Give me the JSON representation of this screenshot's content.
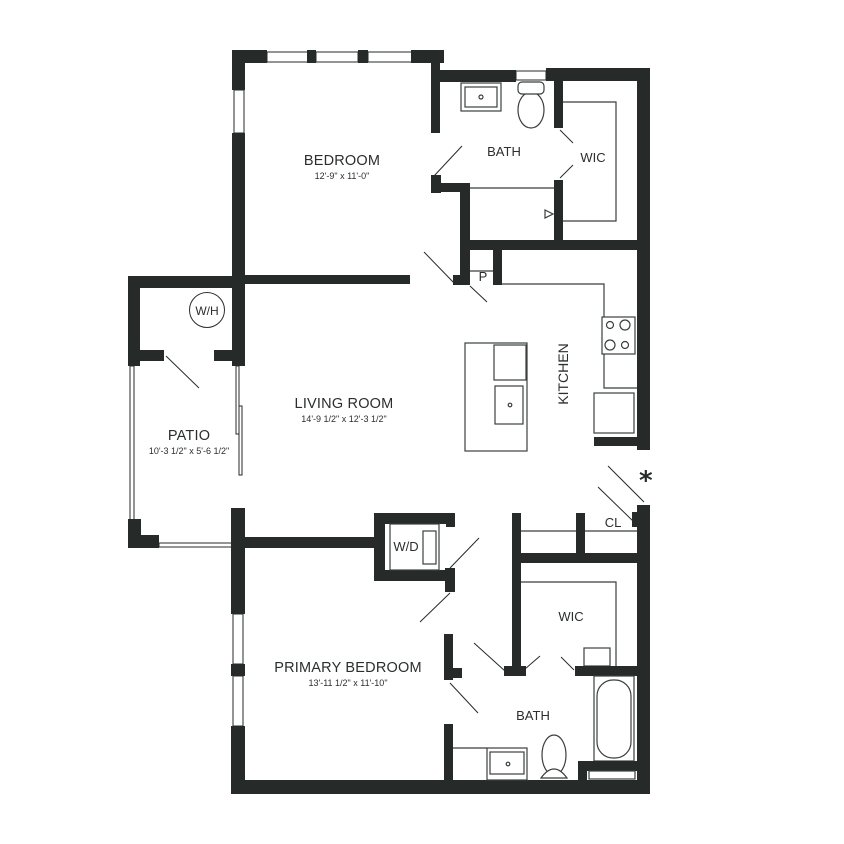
{
  "plan": {
    "colors": {
      "wall": "#262b29",
      "background": "#ffffff",
      "text": "#2a2e2c"
    },
    "rooms": [
      {
        "id": "bedroom",
        "name": "BEDROOM",
        "dimensions": "12'-9\" x 11'-0\""
      },
      {
        "id": "bath-upper",
        "name": "BATH"
      },
      {
        "id": "wic-upper",
        "name": "WIC"
      },
      {
        "id": "pantry",
        "name": "P"
      },
      {
        "id": "water-heater",
        "name": "W/H"
      },
      {
        "id": "patio",
        "name": "PATIO",
        "dimensions": "10'-3 1/2\" x 5'-6 1/2\""
      },
      {
        "id": "living-room",
        "name": "LIVING ROOM",
        "dimensions": "14'-9 1/2\" x 12'-3 1/2\""
      },
      {
        "id": "kitchen",
        "name": "KITCHEN"
      },
      {
        "id": "closet",
        "name": "CL"
      },
      {
        "id": "washer-dryer",
        "name": "W/D"
      },
      {
        "id": "wic-lower",
        "name": "WIC"
      },
      {
        "id": "primary-bedroom",
        "name": "PRIMARY BEDROOM",
        "dimensions": "13'-11 1/2\" x 11'-10\""
      },
      {
        "id": "bath-lower",
        "name": "BATH"
      }
    ],
    "entry_marker": "*"
  }
}
